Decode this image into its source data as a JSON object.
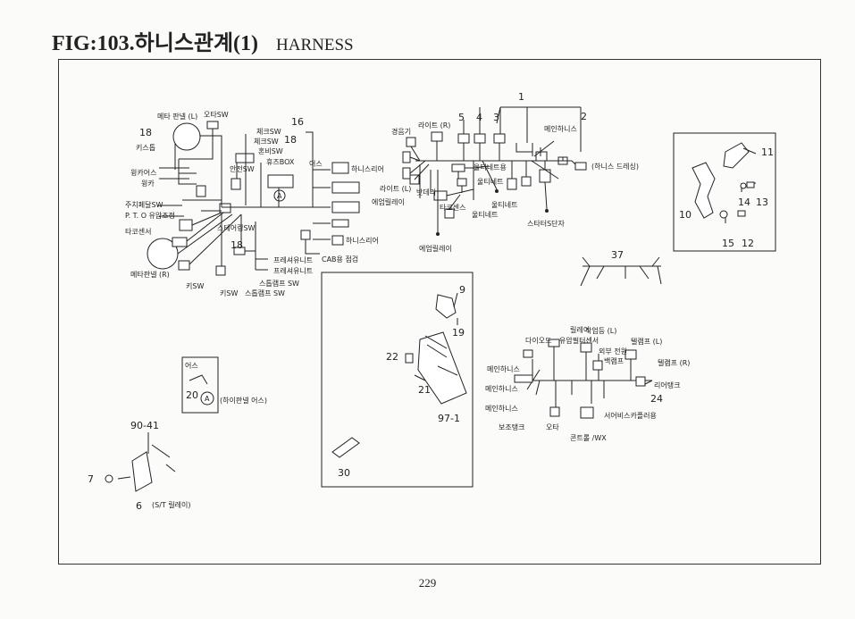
{
  "title": "FIG:103.하니스관계(1)",
  "subtitle": "HARNESS",
  "page_number": "229",
  "labels": {
    "n18a": "18",
    "meter_panel_l": "메타 판넬 (L)",
    "oil_sw": "오타SW",
    "check_sw": "체크SW",
    "sheck_sw": "체크SW",
    "horn_sw": "혼비SW",
    "keystop": "키스톱",
    "wink_earth": "윙카어스",
    "winker": "윙카",
    "safety_sw": "안전SW",
    "fuse_box": "휴즈BOX",
    "clutch_pedal_sw": "주치페달SW",
    "pto_oil": "P. T. O 유압조정",
    "tacho_sensor": "타코센서",
    "steering_sw": "스테어링SW",
    "n18b": "18",
    "meter_panel_r": "메타판넬 (R)",
    "fresher_unit_1": "프레셔유니트",
    "fresher_unit_2": "프레셔유니트",
    "stop_lamp_sw_1": "스톱램프 SW",
    "stop_lamp_sw_2": "스톱램프 SW",
    "key_sw_1": "키SW",
    "key_sw_2": "키SW",
    "n16": "16",
    "n18c": "18",
    "earth": "어스",
    "harness_rear_1": "하니스리어",
    "harness_rear_2": "하니스리어",
    "cab_check": "CAB용 점검",
    "warning": "경음기",
    "light_r": "라이트 (R)",
    "light_l": "라이트 (L)",
    "battery": "밧데리",
    "main_harness": "메인하니스",
    "ultinetion_1": "울티네트용",
    "ultinetion_2": "울티네트",
    "ultinetion_3": "울티네트",
    "harness_connect": "(하니스 드레싱)",
    "empty_relay_1": "에엄릴레이",
    "empty_relay_2": "에엄릴레이",
    "tacho_sensor2": "타코센스",
    "starter_terminal": "스타터S단자",
    "n5": "5",
    "n4": "4",
    "n3": "3",
    "n1": "1",
    "n2": "2",
    "n11": "11",
    "n10": "10",
    "n14": "14",
    "n13": "13",
    "n15": "15",
    "n12": "12",
    "n37": "37",
    "n9": "9",
    "n19": "19",
    "n22": "22",
    "n21": "21",
    "n97_1": "97-1",
    "n30": "30",
    "earth2": "어스",
    "n20": "20",
    "circle_a": "A",
    "circle_a2": "A",
    "hi_fi_harness_earth": "(하이판넬 어스)",
    "n90_41": "90-41",
    "n7": "7",
    "n6": "6",
    "st_relay": "(S/T 릴레이)",
    "relay": "릴레이",
    "diode": "다이오드",
    "work_lamp_l": "작업등 (L)",
    "oil_filter_sensor": "유압필터센서",
    "outside_power": "외부 전원",
    "back_lamp": "백램프",
    "tail_lamp_l": "텔램프 (L)",
    "tail_lamp_r": "텔램프 (R)",
    "main_harness_2": "메인하니스",
    "main_harness_3": "메인하니스",
    "main_harness_4": "메인하니스",
    "rear_tank": "리어탱크",
    "n24": "24",
    "sub_tank": "보조탱크",
    "oil": "오타",
    "service_cable": "서어비스카플러용",
    "control_wx": "콘트롤 /WX"
  }
}
